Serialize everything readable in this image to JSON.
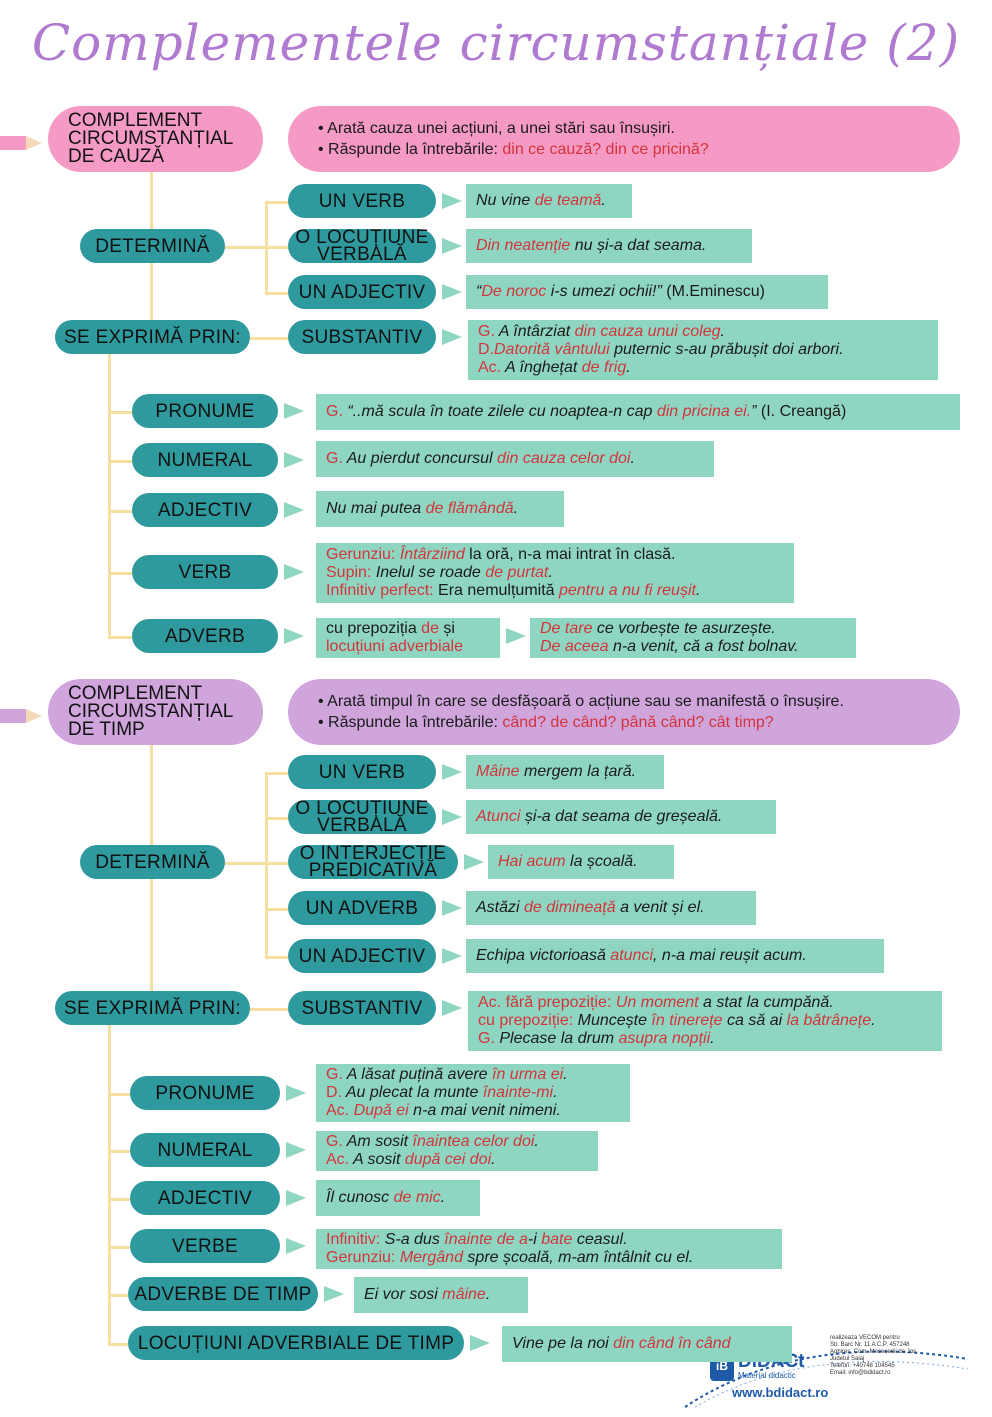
{
  "title": "Complementele circumstanțiale (2)",
  "colors": {
    "teal": "#2f9a9e",
    "mint": "#8fd6c2",
    "pink": "#f59ac4",
    "lilac": "#cfa5dc",
    "red": "#d3343b",
    "trunk": "#f6dfa2",
    "title": "#b07ad0"
  },
  "cauza": {
    "head": [
      "COMPLEMENT",
      "CIRCUMSTANȚIAL",
      "DE CAUZĂ"
    ],
    "def": [
      [
        {
          "t": "• Arată cauza unei acțiuni, a unei stări sau însușiri."
        }
      ],
      [
        {
          "t": "• Răspunde la întrebările: "
        },
        {
          "t": "din ce cauză? din ce pricină?",
          "r": 1
        }
      ]
    ],
    "determina_label": "DETERMINĂ",
    "determina": [
      {
        "label": "UN VERB",
        "ex": [
          [
            {
              "t": "Nu vine "
            },
            {
              "t": "de teamă",
              "r": 1
            },
            {
              "t": "."
            }
          ]
        ]
      },
      {
        "label": "O LOCUȚIUNE VERBALĂ",
        "ex": [
          [
            {
              "t": "Din neatenție",
              "r": 1
            },
            {
              "t": " nu și-a dat seama."
            }
          ]
        ]
      },
      {
        "label": "UN ADJECTIV",
        "ex": [
          [
            {
              "t": "“"
            },
            {
              "t": "De noroc",
              "r": 1
            },
            {
              "t": " i-s umezi ochii!” "
            },
            {
              "t": "(M.Eminescu)",
              "n": 1
            }
          ]
        ]
      }
    ],
    "exprima_label": "SE EXPRIMĂ PRIN:",
    "exprima": [
      {
        "label": "SUBSTANTIV",
        "ex": [
          [
            {
              "t": "G.",
              "r": 1,
              "n": 1
            },
            {
              "t": " A întârziat "
            },
            {
              "t": "din cauza unui coleg",
              "r": 1
            },
            {
              "t": "."
            }
          ],
          [
            {
              "t": "D.",
              "r": 1,
              "n": 1
            },
            {
              "t": "Datorită vântului",
              "r": 1
            },
            {
              "t": " puternic s-au prăbușit doi arbori."
            }
          ],
          [
            {
              "t": "Ac.",
              "r": 1,
              "n": 1
            },
            {
              "t": " A înghețat "
            },
            {
              "t": "de frig",
              "r": 1
            },
            {
              "t": "."
            }
          ]
        ]
      },
      {
        "label": "PRONUME",
        "ex": [
          [
            {
              "t": "G.",
              "r": 1,
              "n": 1
            },
            {
              "t": " “..mă scula în toate zilele cu noaptea-n cap "
            },
            {
              "t": "din pricina ei.",
              "r": 1
            },
            {
              "t": "” "
            },
            {
              "t": "(I. Creangă)",
              "n": 1
            }
          ]
        ]
      },
      {
        "label": "NUMERAL",
        "ex": [
          [
            {
              "t": "G.",
              "r": 1,
              "n": 1
            },
            {
              "t": " Au pierdut concursul "
            },
            {
              "t": "din cauza celor doi",
              "r": 1
            },
            {
              "t": "."
            }
          ]
        ]
      },
      {
        "label": "ADJECTIV",
        "ex": [
          [
            {
              "t": "Nu mai putea "
            },
            {
              "t": "de flămândă",
              "r": 1
            },
            {
              "t": "."
            }
          ]
        ]
      },
      {
        "label": "VERB",
        "ex": [
          [
            {
              "t": "Gerunziu: ",
              "r": 1,
              "n": 1
            },
            {
              "t": "Întârziind",
              "r": 1
            },
            {
              "t": " la oră, n-a mai intrat în clasă.",
              "n": 1
            }
          ],
          [
            {
              "t": "Supin: ",
              "r": 1,
              "n": 1
            },
            {
              "t": "Inelul se roade "
            },
            {
              "t": "de purtat",
              "r": 1
            },
            {
              "t": "."
            }
          ],
          [
            {
              "t": "Infinitiv perfect: ",
              "r": 1,
              "n": 1
            },
            {
              "t": "Era nemulțumită ",
              "n": 1
            },
            {
              "t": "pentru a nu fi reușit",
              "r": 1
            },
            {
              "t": "."
            }
          ]
        ]
      },
      {
        "label": "ADVERB",
        "mid": [
          [
            {
              "t": "cu prepoziția ",
              "n": 1
            },
            {
              "t": "de",
              "r": 1,
              "n": 1
            },
            {
              "t": " și",
              "n": 1
            }
          ],
          [
            {
              "t": "locuțiuni adverbiale",
              "r": 1,
              "n": 1
            }
          ]
        ],
        "ex": [
          [
            {
              "t": "De tare",
              "r": 1
            },
            {
              "t": " ce vorbește te asurzește."
            }
          ],
          [
            {
              "t": "De aceea",
              "r": 1
            },
            {
              "t": " n-a venit, că a fost bolnav."
            }
          ]
        ]
      }
    ]
  },
  "timp": {
    "head": [
      "COMPLEMENT",
      "CIRCUMSTANȚIAL",
      "DE TIMP"
    ],
    "def": [
      [
        {
          "t": "• Arată timpul în care se desfășoară o acțiune sau se manifestă o însușire."
        }
      ],
      [
        {
          "t": "• Răspunde la întrebările: "
        },
        {
          "t": "când? de când? până când? cât timp?",
          "r": 1
        }
      ]
    ],
    "determina_label": "DETERMINĂ",
    "determina": [
      {
        "label": "UN VERB",
        "ex": [
          [
            {
              "t": "Mâine",
              "r": 1
            },
            {
              "t": " mergem la țară."
            }
          ]
        ]
      },
      {
        "label": "O LOCUȚIUNE VERBALĂ",
        "ex": [
          [
            {
              "t": "Atunci",
              "r": 1
            },
            {
              "t": " și-a dat seama de greșeală."
            }
          ]
        ]
      },
      {
        "label": "O INTERJECȚIE PREDICATIVĂ",
        "ex": [
          [
            {
              "t": "Hai acum",
              "r": 1
            },
            {
              "t": " la școală."
            }
          ]
        ]
      },
      {
        "label": "UN ADVERB",
        "ex": [
          [
            {
              "t": "Astăzi "
            },
            {
              "t": "de dimineață",
              "r": 1
            },
            {
              "t": " a venit și el."
            }
          ]
        ]
      },
      {
        "label": "UN ADJECTIV",
        "ex": [
          [
            {
              "t": "Echipa victorioasă "
            },
            {
              "t": "atunci",
              "r": 1
            },
            {
              "t": ", n-a mai reușit acum."
            }
          ]
        ]
      }
    ],
    "exprima_label": "SE EXPRIMĂ PRIN:",
    "exprima": [
      {
        "label": "SUBSTANTIV",
        "ex": [
          [
            {
              "t": "Ac. fără prepoziție: ",
              "r": 1,
              "n": 1
            },
            {
              "t": "Un moment",
              "r": 1
            },
            {
              "t": " a stat la cumpănă."
            }
          ],
          [
            {
              "t": "cu prepoziție: ",
              "r": 1,
              "n": 1
            },
            {
              "t": "Muncește "
            },
            {
              "t": "în tinerețe",
              "r": 1
            },
            {
              "t": " ca să ai "
            },
            {
              "t": "la bătrânețe",
              "r": 1
            },
            {
              "t": "."
            }
          ],
          [
            {
              "t": "G.",
              "r": 1,
              "n": 1
            },
            {
              "t": " Plecase la drum "
            },
            {
              "t": "asupra nopții",
              "r": 1
            },
            {
              "t": "."
            }
          ]
        ]
      },
      {
        "label": "PRONUME",
        "ex": [
          [
            {
              "t": "G.",
              "r": 1,
              "n": 1
            },
            {
              "t": "  A lăsat puțină avere "
            },
            {
              "t": "în urma ei",
              "r": 1
            },
            {
              "t": "."
            }
          ],
          [
            {
              "t": "D.",
              "r": 1,
              "n": 1
            },
            {
              "t": "  Au plecat la munte "
            },
            {
              "t": "înainte-mi",
              "r": 1
            },
            {
              "t": "."
            }
          ],
          [
            {
              "t": "Ac.",
              "r": 1,
              "n": 1
            },
            {
              "t": " "
            },
            {
              "t": "După ei",
              "r": 1
            },
            {
              "t": " n-a mai venit nimeni."
            }
          ]
        ]
      },
      {
        "label": "NUMERAL",
        "ex": [
          [
            {
              "t": "G.",
              "r": 1,
              "n": 1
            },
            {
              "t": " Am sosit "
            },
            {
              "t": "înaintea celor doi",
              "r": 1
            },
            {
              "t": "."
            }
          ],
          [
            {
              "t": "Ac.",
              "r": 1,
              "n": 1
            },
            {
              "t": " A sosit "
            },
            {
              "t": "după cei doi",
              "r": 1
            },
            {
              "t": "."
            }
          ]
        ]
      },
      {
        "label": "ADJECTIV",
        "ex": [
          [
            {
              "t": "Îl cunosc "
            },
            {
              "t": "de mic",
              "r": 1
            },
            {
              "t": "."
            }
          ]
        ]
      },
      {
        "label": "VERBE",
        "ex": [
          [
            {
              "t": "Infinitiv: ",
              "r": 1,
              "n": 1
            },
            {
              "t": "S-a dus "
            },
            {
              "t": "înainte de a",
              "r": 1
            },
            {
              "t": "-i "
            },
            {
              "t": "bate",
              "r": 1
            },
            {
              "t": " ceasul."
            }
          ],
          [
            {
              "t": "Gerunziu: ",
              "r": 1,
              "n": 1
            },
            {
              "t": "Mergând",
              "r": 1
            },
            {
              "t": " spre școală, m-am întâlnit cu el."
            }
          ]
        ]
      },
      {
        "label": "ADVERBE DE TIMP",
        "ex": [
          [
            {
              "t": "Ei vor sosi "
            },
            {
              "t": "mâine",
              "r": 1
            },
            {
              "t": "."
            }
          ]
        ]
      },
      {
        "label": "LOCUȚIUNI ADVERBIALE DE TIMP",
        "ex": [
          [
            {
              "t": "Vine pe la noi "
            },
            {
              "t": "din când în când",
              "r": 1
            }
          ]
        ]
      }
    ]
  },
  "footer": {
    "badge": "iB",
    "brand": "DiDACt",
    "sub": "Material didactic",
    "url": "www.bdidact.ro",
    "address": [
      "realizeaza VECOM pentru",
      "Str. Barc Nr. 11 A C.P. 457248",
      "Aghires, Com. Mesesenii de Jos",
      "Judetul Salaj",
      "Telefon: +40748 104545",
      "Email: info@bdidact.ro"
    ]
  }
}
